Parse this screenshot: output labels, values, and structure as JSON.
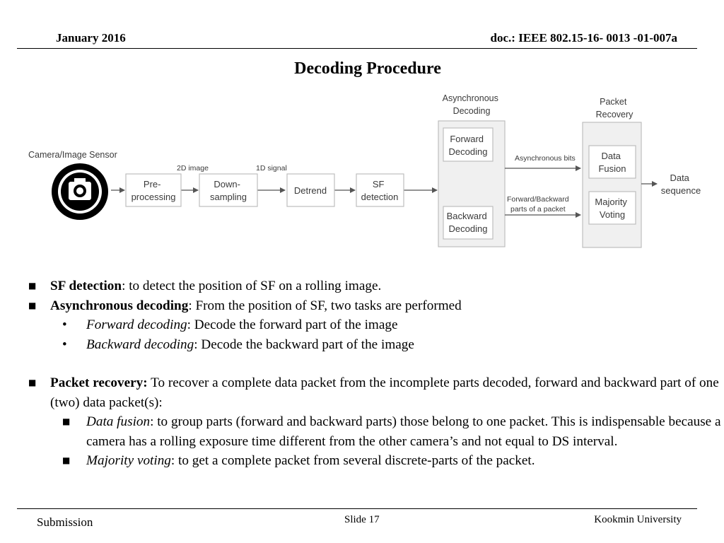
{
  "header": {
    "date": "January 2016",
    "doc": "doc.: IEEE 802.15-16- 0013 -01-007a"
  },
  "title": "Decoding Procedure",
  "diagram": {
    "sensor_label": "Camera/Image Sensor",
    "label_2d": "2D image",
    "label_1d": "1D signal",
    "preprocessing": [
      "Pre-",
      "processing"
    ],
    "downsampling": [
      "Down-",
      "sampling"
    ],
    "detrend": "Detrend",
    "sf_detection": [
      "SF",
      "detection"
    ],
    "async_title": [
      "Asynchronous",
      "Decoding"
    ],
    "forward_decoding": [
      "Forward",
      "Decoding"
    ],
    "backward_decoding": [
      "Backward",
      "Decoding"
    ],
    "async_bits": "Asynchronous bits",
    "fb_parts": [
      "Forward/Backward",
      "parts of a packet"
    ],
    "packet_recovery_title": [
      "Packet",
      "Recovery"
    ],
    "data_fusion": [
      "Data",
      "Fusion"
    ],
    "majority_voting": [
      "Majority",
      "Voting"
    ],
    "data_sequence": [
      "Data",
      "sequence"
    ]
  },
  "bullets": {
    "sf": {
      "term": "SF detection",
      "text": ": to detect the position of SF on a rolling image."
    },
    "async": {
      "term": "Asynchronous decoding",
      "text": ": From the position of SF, two tasks are performed"
    },
    "forward": {
      "term": "Forward decoding",
      "text": ": Decode the forward part of the image"
    },
    "backward": {
      "term": "Backward decoding",
      "text": ": Decode the backward part of the image"
    },
    "packet": {
      "term": "Packet recovery:",
      "text": " To recover a complete data packet from the incomplete parts decoded, forward and backward part of one (two) data packet(s):"
    },
    "fusion": {
      "term": "Data fusion",
      "text": ": to group parts (forward and backward parts) those belong to one packet. This is indispensable because a camera has a rolling exposure time different from the other camera’s and not equal to DS interval."
    },
    "voting": {
      "term": "Majority voting",
      "text": ": to get a complete packet from several discrete-parts of the packet."
    }
  },
  "footer": {
    "left": "Submission",
    "slide": "Slide 17",
    "right": "Kookmin University"
  }
}
